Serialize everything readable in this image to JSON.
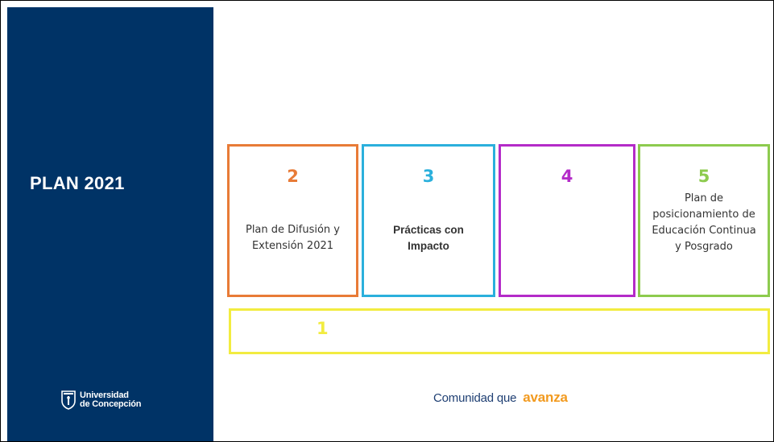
{
  "sidebar": {
    "title": "PLAN 2021",
    "logo": {
      "line1": "Universidad",
      "line2": "de Concepción",
      "icon": "shield-icon"
    }
  },
  "boxes": [
    {
      "number": "2",
      "text": "Plan de Difusión y Extensión 2021",
      "color": "#E87B37"
    },
    {
      "number": "3",
      "text": "Prácticas con Impacto",
      "color": "#2BB0DC"
    },
    {
      "number": "4",
      "text": "",
      "color": "#B42BC8"
    },
    {
      "number": "5",
      "text": "Plan de posicionamiento de Educación Continua y Posgrado",
      "color": "#8DCB4E"
    }
  ],
  "bottom_box": {
    "number": "1",
    "color": "#F2EC40"
  },
  "footer": {
    "tagline": "Comunidad que",
    "accent": "avanza",
    "accent_color": "#F29A1F"
  }
}
